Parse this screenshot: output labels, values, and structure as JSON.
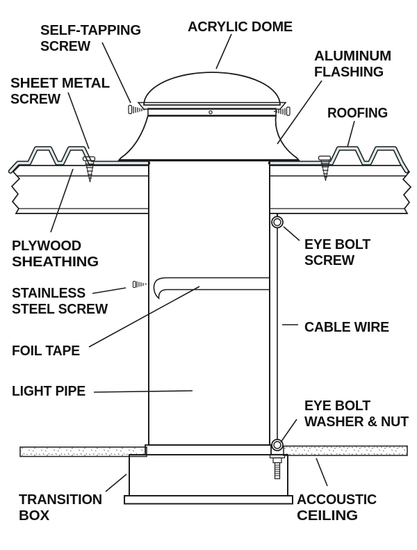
{
  "figure": {
    "type": "technical-diagram",
    "subject": "Tubular skylight (light pipe) installation cross-section",
    "background": "#ffffff",
    "line_color": "#1c1c1c",
    "colors": {
      "acrylic_dome": "#e9f4fb",
      "roof_sheathing": "#d5e4e7",
      "roofing_metal": "#dbe9ec",
      "flashing_gray": "#d2d6da",
      "pipe_light": "#f0f2f6",
      "pipe_dark": "#adb4bf"
    },
    "labels": {
      "self_tapping_screw": {
        "line1": "SELF-TAPPING",
        "line2": "SCREW"
      },
      "acrylic_dome": {
        "line1": "ACRYLIC DOME"
      },
      "aluminum_flashing": {
        "line1": "ALUMINUM",
        "line2": "FLASHING"
      },
      "roofing": {
        "line1": "ROOFING"
      },
      "sheet_metal_screw": {
        "line1": "SHEET METAL",
        "line2": "SCREW"
      },
      "plywood_sheathing": {
        "line1": "PLYWOOD",
        "line2": "SHEATHING"
      },
      "stainless_steel_screw": {
        "line1": "STAINLESS",
        "line2": "STEEL SCREW"
      },
      "foil_tape": {
        "line1": "FOIL TAPE"
      },
      "light_pipe": {
        "line1": "LIGHT PIPE"
      },
      "eye_bolt_screw": {
        "line1": "EYE BOLT",
        "line2": "SCREW"
      },
      "cable_wire": {
        "line1": "CABLE WIRE"
      },
      "eye_bolt_washer_nut": {
        "line1": "EYE BOLT",
        "line2": "WASHER & NUT"
      },
      "transition_box": {
        "line1": "TRANSITION",
        "line2": "BOX"
      },
      "accoustic_ceiling": {
        "line1": "ACCOUSTIC",
        "line2": "CEILING"
      }
    }
  }
}
